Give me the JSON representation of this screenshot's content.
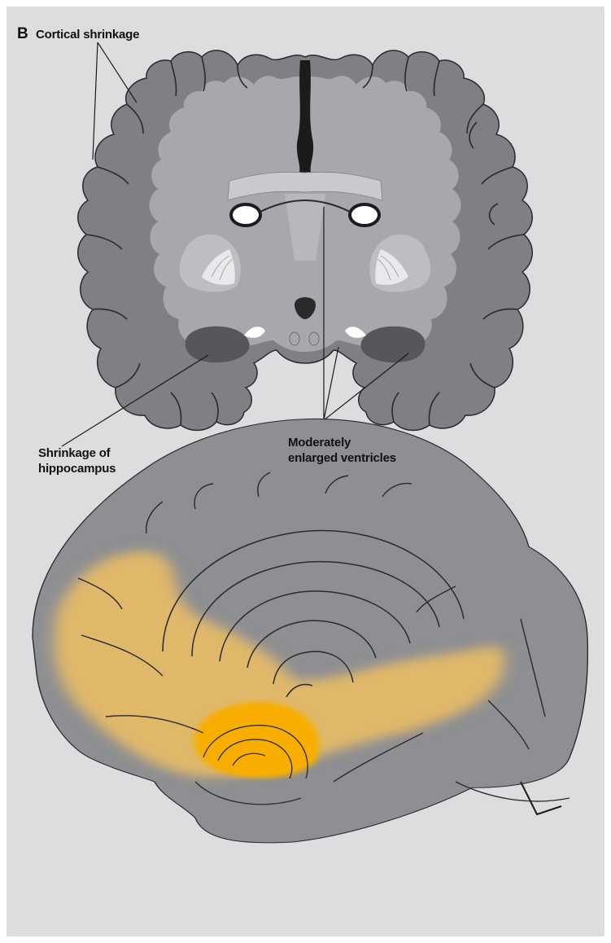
{
  "figure": {
    "panel_letter": "B",
    "labels": {
      "cortical_shrinkage": "Cortical shrinkage",
      "hippocampus_line1": "Shrinkage of",
      "hippocampus_line2": "hippocampus",
      "ventricles_line1": "Moderately",
      "ventricles_line2": "enlarged ventricles"
    }
  },
  "colors": {
    "background": "#dcdddf",
    "cortex_gray_matter": "#7f8083",
    "white_matter": "#a7a8ab",
    "ventricle": "#1b1b1b",
    "highlight_soft": "#e0b86a",
    "highlight_strong": "#f7ae00",
    "medial_surface": "#8e8f92"
  }
}
